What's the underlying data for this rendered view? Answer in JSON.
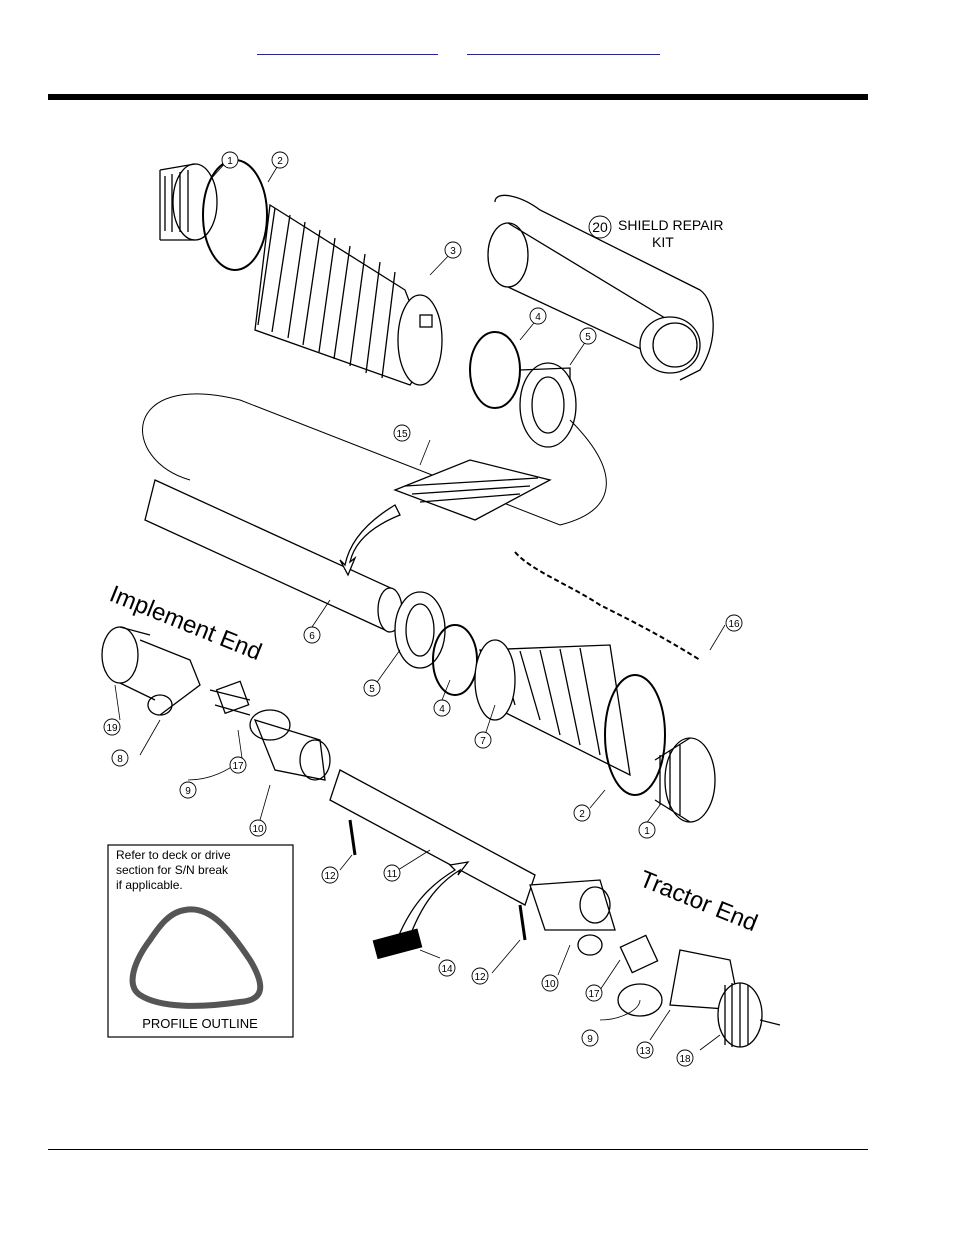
{
  "nav": {
    "link_left": "",
    "link_right": ""
  },
  "diagram": {
    "kit_label_line1": "SHIELD REPAIR",
    "kit_label_line2": "KIT",
    "implement_end": "Implement End",
    "tractor_end": "Tractor End",
    "inset_note_line1": "Refer to deck or drive",
    "inset_note_line2": "section for S/N break",
    "inset_note_line3": "if applicable.",
    "inset_caption": "PROFILE OUTLINE",
    "callouts": [
      "1",
      "2",
      "3",
      "4",
      "5",
      "15",
      "6",
      "5",
      "4",
      "7",
      "2",
      "1",
      "16",
      "19",
      "8",
      "17",
      "9",
      "10",
      "12",
      "11",
      "14",
      "12",
      "10",
      "17",
      "9",
      "13",
      "18",
      "20"
    ]
  }
}
